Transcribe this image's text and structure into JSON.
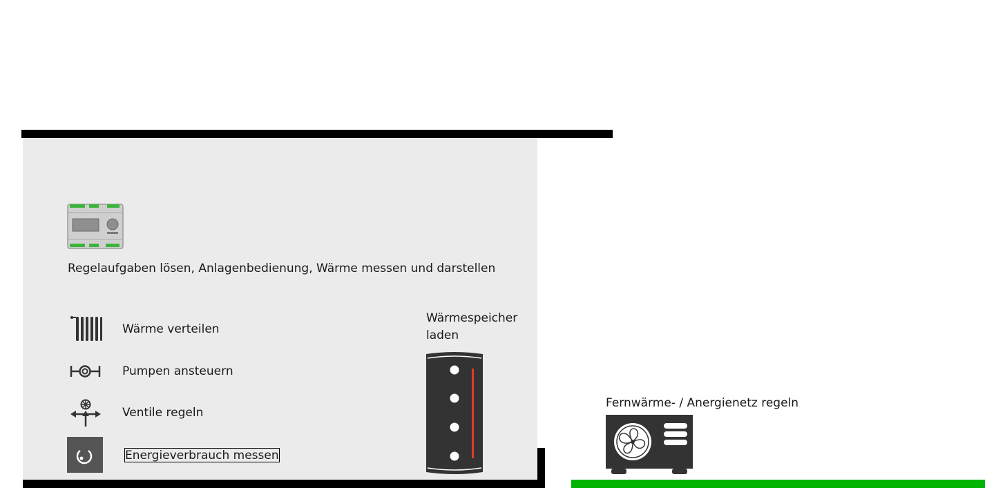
{
  "scene": {
    "controller": {
      "icon": "controller-icon",
      "caption": "Regelaufgaben lösen, Anlagenbedienung, Wärme messen und darstellen"
    },
    "functions": [
      {
        "icon": "radiator-icon",
        "label": "Wärme verteilen"
      },
      {
        "icon": "pump-icon",
        "label": "Pumpen ansteuern"
      },
      {
        "icon": "valve-icon",
        "label": "Ventile regeln"
      },
      {
        "icon": "energy-meter-icon",
        "label": "Energieverbrauch messen"
      }
    ],
    "storage": {
      "title_line1": "Wärmespeicher",
      "title_line2": "laden",
      "icon": "heat-storage-tank-icon"
    },
    "network": {
      "title": "Fernwärme- / Anergienetz regeln",
      "icon": "heat-pump-icon"
    },
    "colors": {
      "panel": "#ebebeb",
      "frame": "#000000",
      "network_line": "#00b400",
      "accent_green": "#3cb43c",
      "tank_indicator": "#e23b2e",
      "dark_icon": "#333333"
    }
  }
}
